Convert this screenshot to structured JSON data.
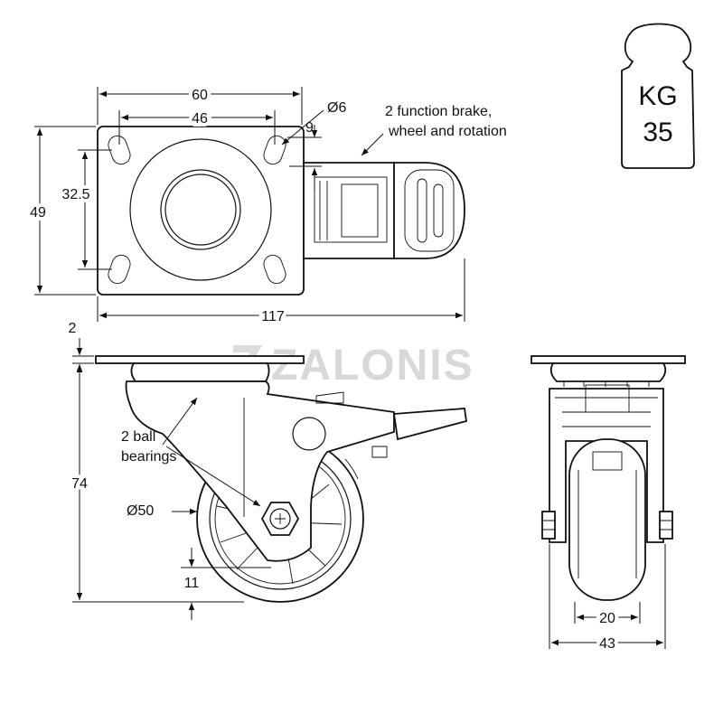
{
  "watermark": "ZALONIS",
  "load_badge": {
    "line1": "KG",
    "line2": "35"
  },
  "top_view": {
    "dim_width_outer": "60",
    "dim_width_holes": "46",
    "dim_hole_dia": "Ø6",
    "dim_hole_offset": "9",
    "dim_height_outer": "49",
    "dim_height_holes": "32.5",
    "dim_total_length": "117",
    "brake_note_line1": "2 function brake,",
    "brake_note_line2": "wheel and rotation"
  },
  "side_view": {
    "dim_plate": "2",
    "dim_height": "74",
    "dim_wheel_dia": "Ø50",
    "dim_offset": "11",
    "bearing_note_line1": "2 ball",
    "bearing_note_line2": "bearings"
  },
  "front_view": {
    "dim_tread": "20",
    "dim_width": "43"
  },
  "colors": {
    "line": "#111111",
    "watermark": "#d8d8d8"
  }
}
